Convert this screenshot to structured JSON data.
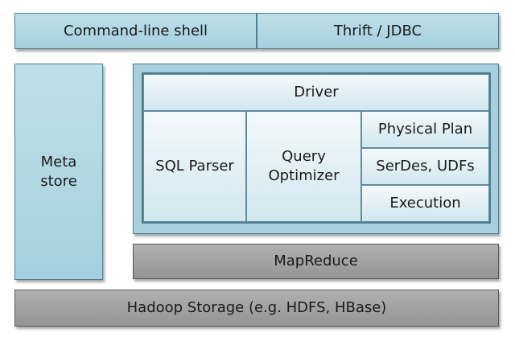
{
  "top_row": {
    "cli": "Command-line shell",
    "thrift": "Thrift / JDBC"
  },
  "metastore": {
    "line1": "Meta",
    "line2": "store"
  },
  "engine": {
    "driver": "Driver",
    "sql_parser": "SQL Parser",
    "query_optimizer_line1": "Query",
    "query_optimizer_line2": "Optimizer",
    "physical_plan": "Physical Plan",
    "serdes_udfs": "SerDes, UDFs",
    "execution": "Execution"
  },
  "mapreduce": "MapReduce",
  "storage": "Hadoop Storage (e.g. HDFS, HBase)",
  "colors": {
    "layer_blue": "#a6d0de",
    "layer_gray": "#959595",
    "component_light": "#e6f2f6",
    "border": "#4e7f91"
  }
}
